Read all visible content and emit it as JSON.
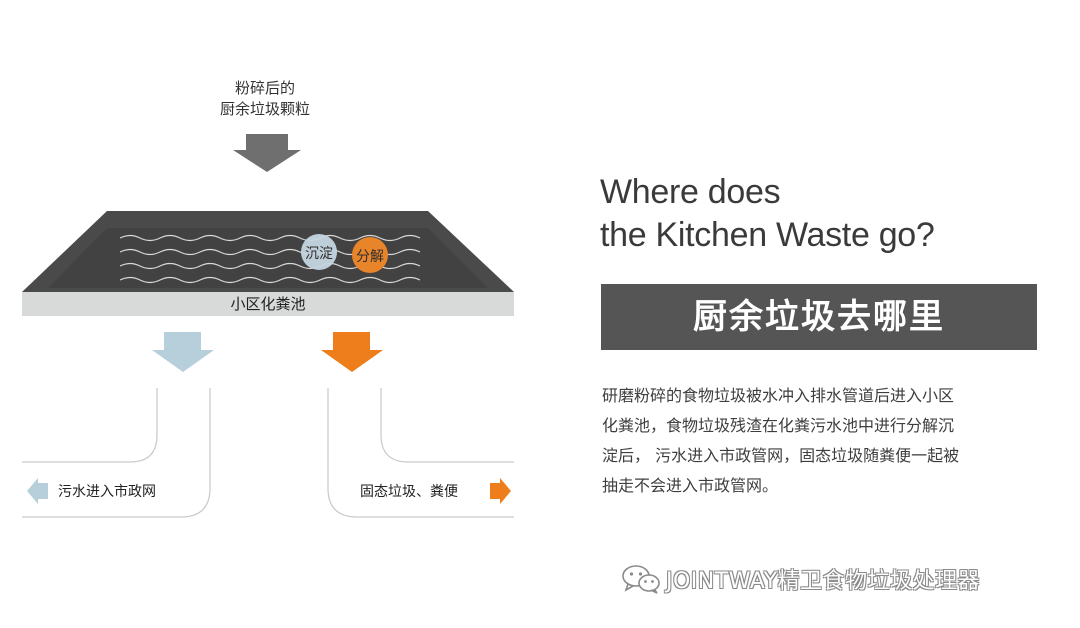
{
  "diagram": {
    "input_label": [
      "粉碎后的",
      "厨余垃圾颗粒"
    ],
    "badge_settle": "沉淀",
    "badge_decompose": "分解",
    "tank_label": "小区化粪池",
    "left_output": "污水进入市政网",
    "right_output": "固态垃圾、粪便",
    "colors": {
      "arrow_gray": "#6f6f6f",
      "arrow_blue": "#b7cfdb",
      "arrow_orange": "#ee7d1b",
      "tank_dark": "#4a4a4a",
      "tank_frame": "#d8d9d9",
      "badge_blue": "#c5d6e0",
      "badge_orange": "#e8852a"
    }
  },
  "heading": {
    "title_en": [
      "Where does",
      "the Kitchen Waste go?"
    ],
    "title_zh": "厨余垃圾去哪里"
  },
  "description": [
    "研磨粉碎的食物垃圾被水冲入排水管道后进入小区",
    "化粪池，食物垃圾残渣在化粪污水池中进行分解沉",
    "淀后， 污水进入市政管网，固态垃圾随粪便一起被",
    "抽走不会进入市政管网。"
  ],
  "footer": {
    "text": "JOINTWAY精卫食物垃圾处理器",
    "icon": "wechat-icon"
  }
}
